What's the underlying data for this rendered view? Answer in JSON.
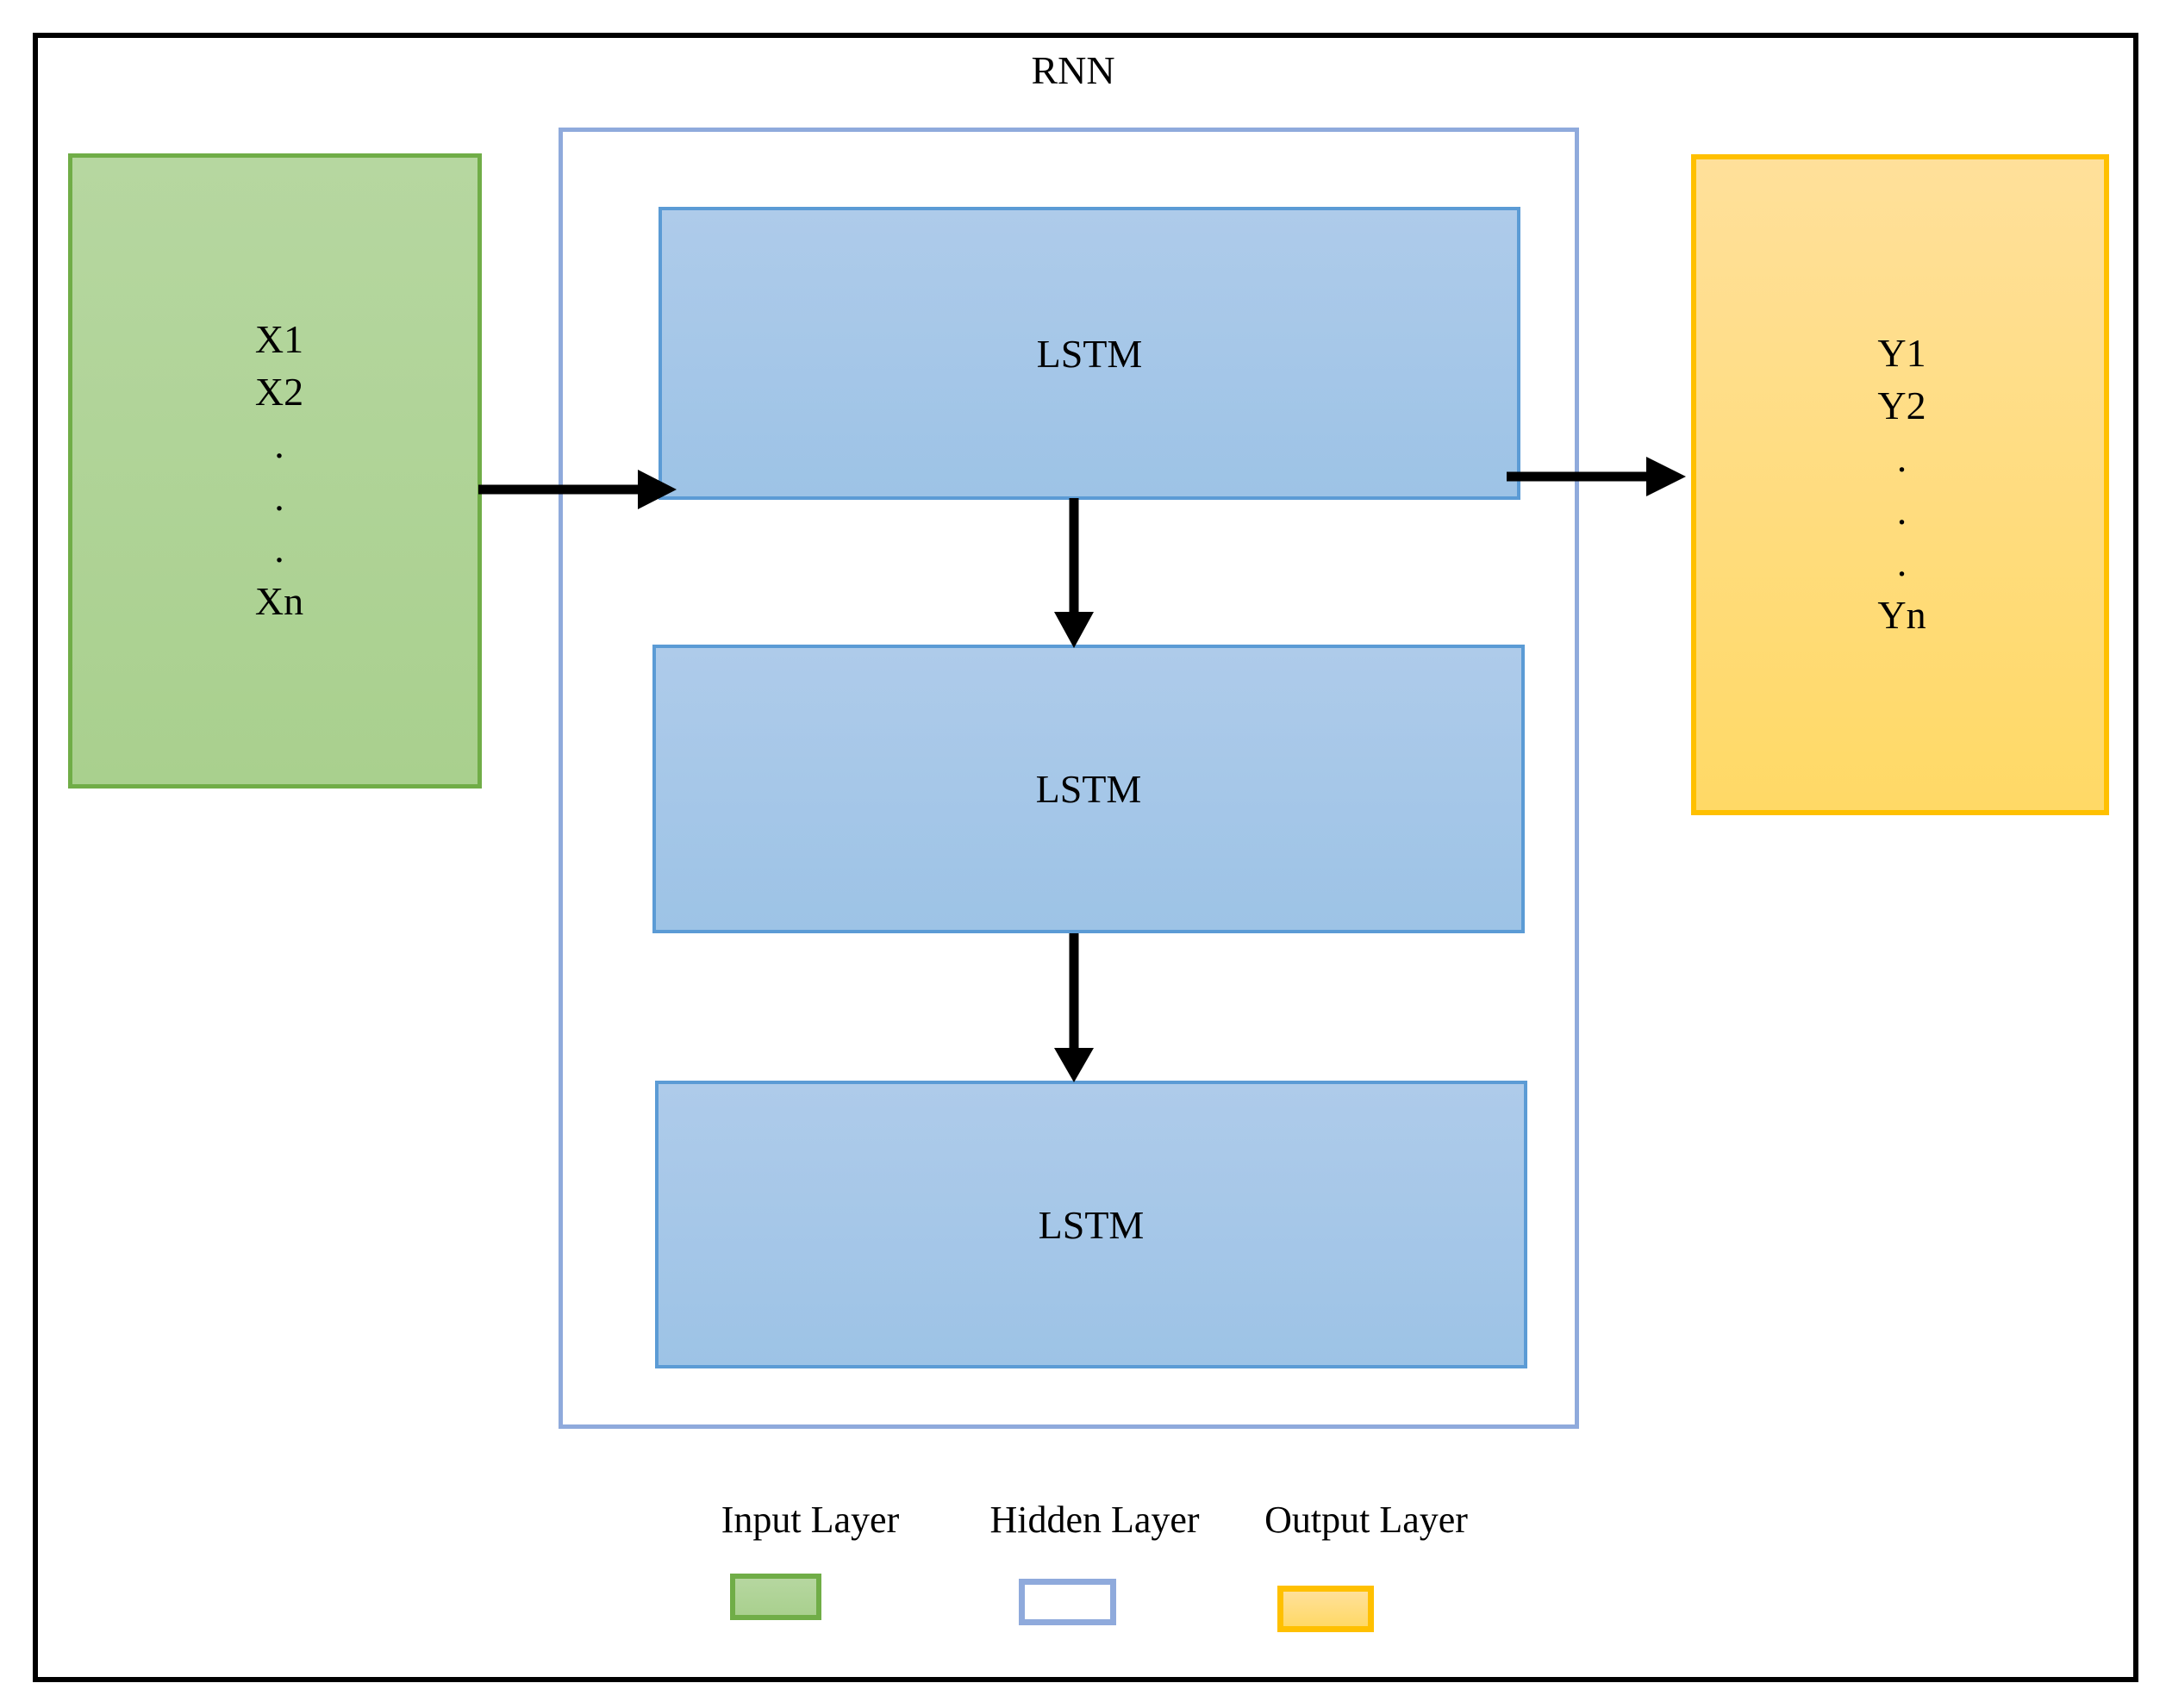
{
  "diagram": {
    "title": "RNN",
    "frame_color": "#000000",
    "background": "#ffffff"
  },
  "input_layer": {
    "name": "Input Layer",
    "fill_color": "#a9d08e",
    "border_color": "#70ad47",
    "items": [
      "X1",
      "X2",
      ".",
      ".",
      ".",
      "Xn"
    ]
  },
  "output_layer": {
    "name": "Output Layer",
    "fill_color": "#ffd966",
    "border_color": "#ffc000",
    "items": [
      "Y1",
      "Y2",
      ".",
      ".",
      ".",
      "Yn"
    ]
  },
  "hidden_layer": {
    "name": "Hidden Layer",
    "fill_color": "#ffffff",
    "border_color": "#8faadc",
    "cells": [
      {
        "label": "LSTM"
      },
      {
        "label": "LSTM"
      },
      {
        "label": "LSTM"
      }
    ],
    "cell_fill_color": "#9dc3e6",
    "cell_border_color": "#5b9bd5"
  },
  "connections": {
    "arrow_color": "#000000",
    "edges": [
      {
        "from": "input_layer",
        "to": "lstm-1",
        "direction": "right"
      },
      {
        "from": "lstm-1",
        "to": "output_layer",
        "direction": "right"
      },
      {
        "from": "lstm-1",
        "to": "lstm-2",
        "direction": "down"
      },
      {
        "from": "lstm-2",
        "to": "lstm-3",
        "direction": "down"
      }
    ]
  },
  "legend": {
    "items": [
      {
        "label": "Input Layer",
        "swatch": "green-filled-swatch"
      },
      {
        "label": "Hidden Layer",
        "swatch": "white-blue-outline-swatch"
      },
      {
        "label": "Output Layer",
        "swatch": "orange-filled-swatch"
      }
    ]
  }
}
